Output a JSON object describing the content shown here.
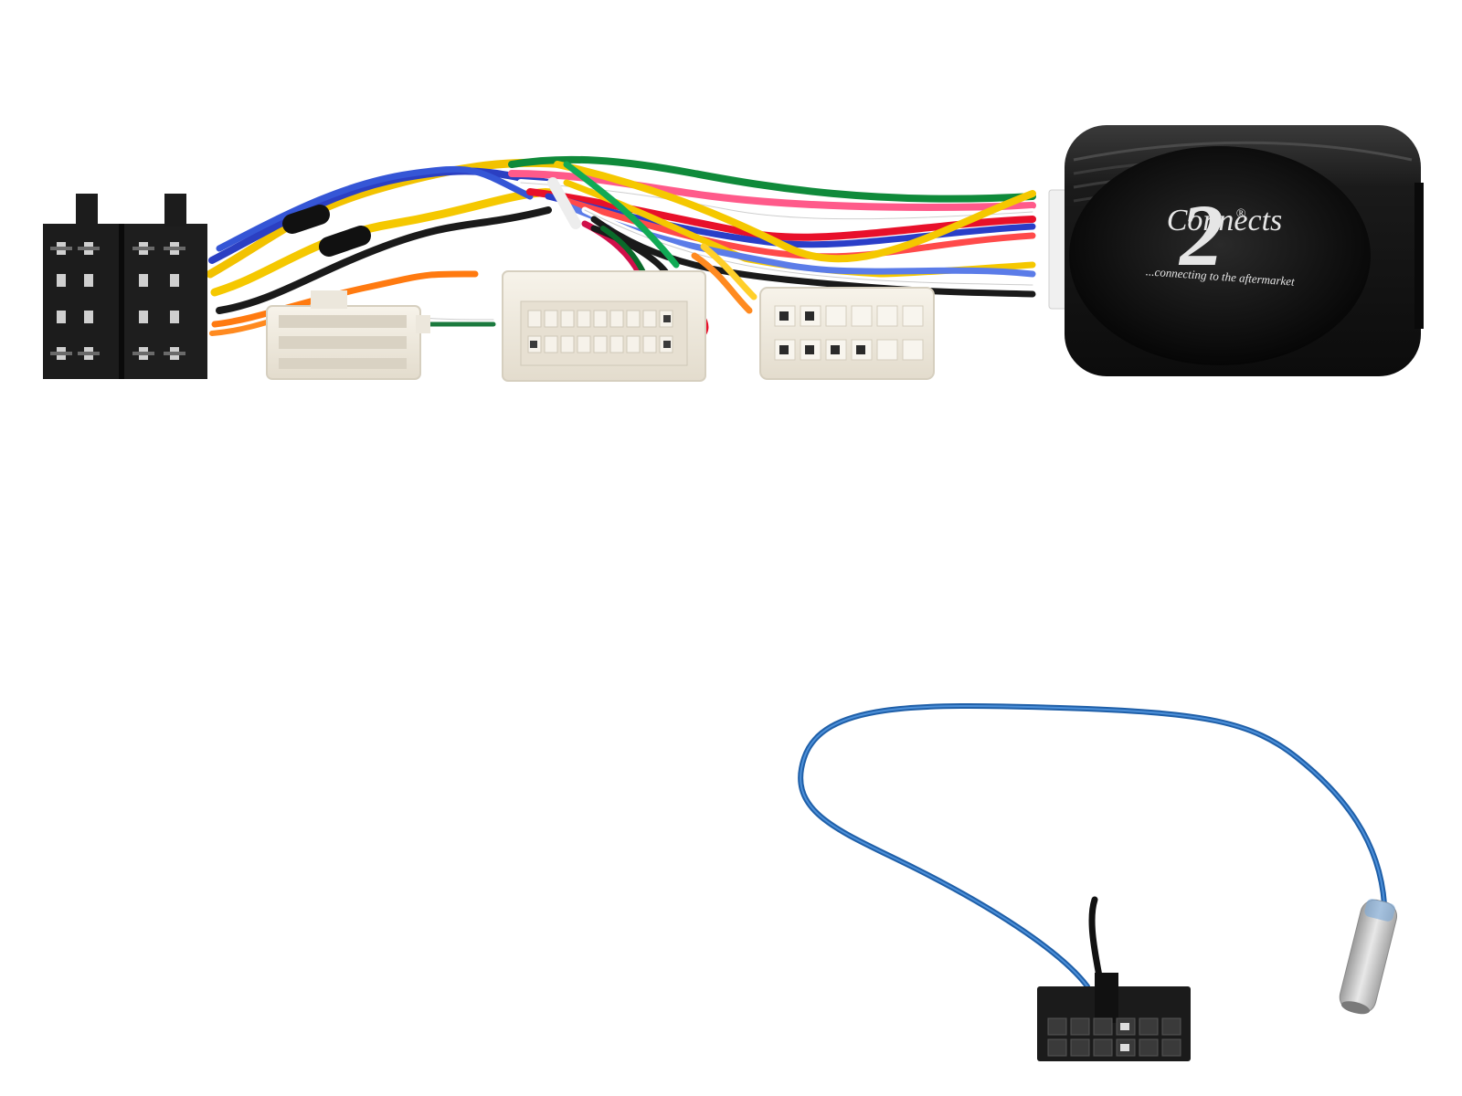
{
  "product": {
    "brand_name": "Connects",
    "brand_mark": "2",
    "registered_symbol": "®",
    "tagline": "...connecting to the aftermarket"
  },
  "colors": {
    "background": "#ffffff",
    "module_body": "#151515",
    "connector_black": "#1c1c1c",
    "connector_white": "#f1ece1",
    "antenna_lead": "#2a6fb8"
  },
  "components": [
    {
      "name": "iso-connector-pair",
      "icon": "black-iso-plug-icon"
    },
    {
      "name": "vehicle-connector-small",
      "icon": "white-plug-icon"
    },
    {
      "name": "vehicle-connector-large",
      "icon": "white-plug-icon"
    },
    {
      "name": "vehicle-connector-medium",
      "icon": "white-plug-icon"
    },
    {
      "name": "interface-module",
      "icon": "control-box-icon"
    },
    {
      "name": "antenna-patch-lead",
      "icon": "antenna-cable-icon"
    }
  ]
}
